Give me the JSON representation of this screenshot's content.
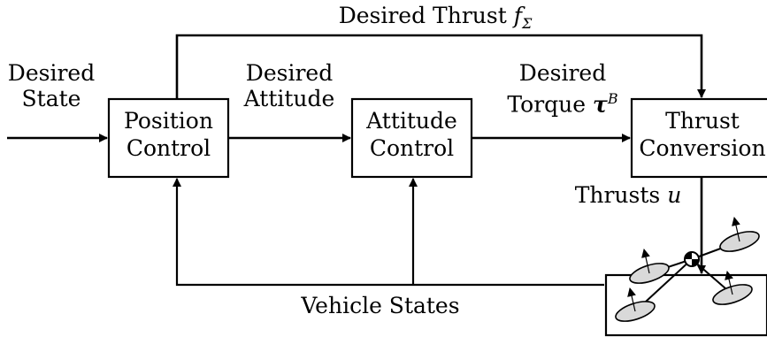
{
  "blocks": {
    "position_control": {
      "line1": "Position",
      "line2": "Control"
    },
    "attitude_control": {
      "line1": "Attitude",
      "line2": "Control"
    },
    "thrust_conversion": {
      "line1": "Thrust",
      "line2": "Conversion"
    }
  },
  "signals": {
    "desired_state": {
      "line1": "Desired",
      "line2": "State"
    },
    "desired_attitude": {
      "line1": "Desired",
      "line2": "Attitude"
    },
    "desired_torque": {
      "line1": "Desired",
      "line2_text": "Torque",
      "symbol": "τ",
      "superscript": "B"
    },
    "desired_thrust": {
      "text": "Desired Thrust",
      "symbol": "f",
      "subscript": "Σ"
    },
    "thrusts": {
      "text": "Thrusts",
      "symbol": "u"
    },
    "vehicle_states": {
      "text": "Vehicle States"
    }
  },
  "colors": {
    "stroke": "#000000",
    "rotor_fill": "#d9d9d9",
    "background": "#ffffff"
  }
}
